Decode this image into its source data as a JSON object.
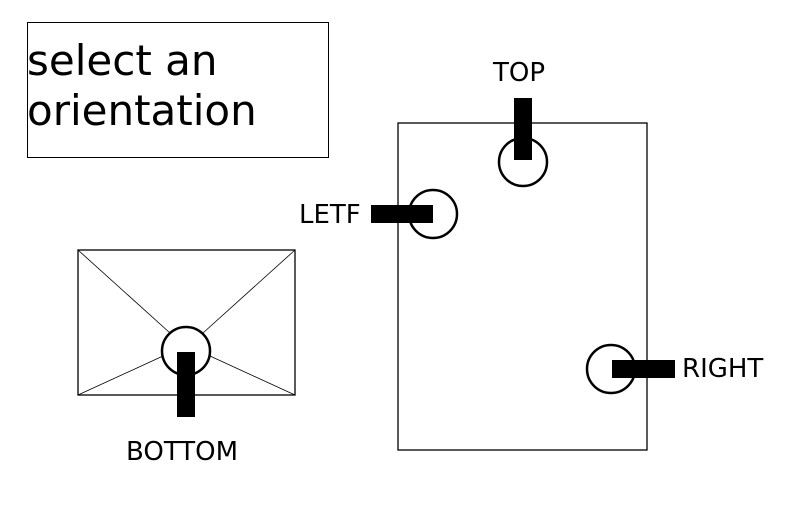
{
  "title": "select an\norientation",
  "options": {
    "top": "TOP",
    "left": "LETF",
    "right": "RIGHT",
    "bottom": "BOTTOM"
  },
  "colors": {
    "ink": "#000000",
    "background": "#ffffff"
  }
}
